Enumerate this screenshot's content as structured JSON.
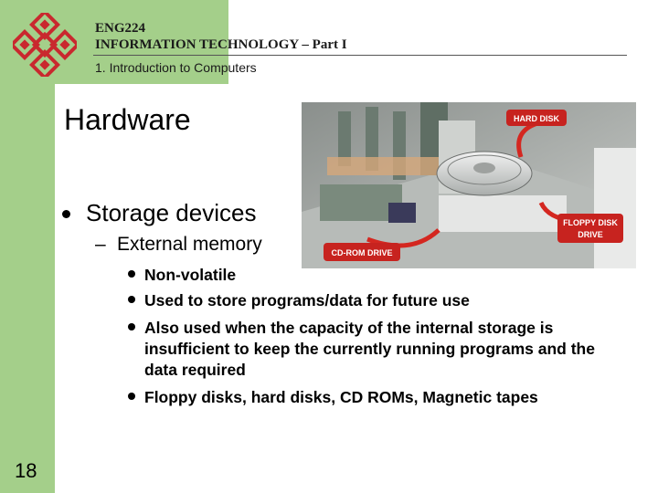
{
  "header": {
    "course_code": "ENG224",
    "course_name": "INFORMATION TECHNOLOGY – Part I",
    "chapter": "1. Introduction to Computers"
  },
  "slide": {
    "title": "Hardware",
    "bullet1": "Storage devices",
    "dash": "–",
    "bullet2": "External memory",
    "sub_bullets": [
      "Non-volatile",
      "Used to store programs/data for future use",
      "Also used when the capacity of the internal storage is insufficient to keep the currently running programs and the data required",
      "Floppy disks, hard disks, CD ROMs, Magnetic tapes"
    ]
  },
  "photo": {
    "labels": {
      "hard_disk": "HARD DISK",
      "floppy_line1": "FLOPPY DISK",
      "floppy_line2": "DRIVE",
      "cdrom": "CD-ROM DRIVE"
    }
  },
  "footer": {
    "page_number": "18"
  },
  "colors": {
    "sidebar": "#a4cf8a",
    "logo": "#c9282e",
    "label_bg": "#c7231f"
  }
}
